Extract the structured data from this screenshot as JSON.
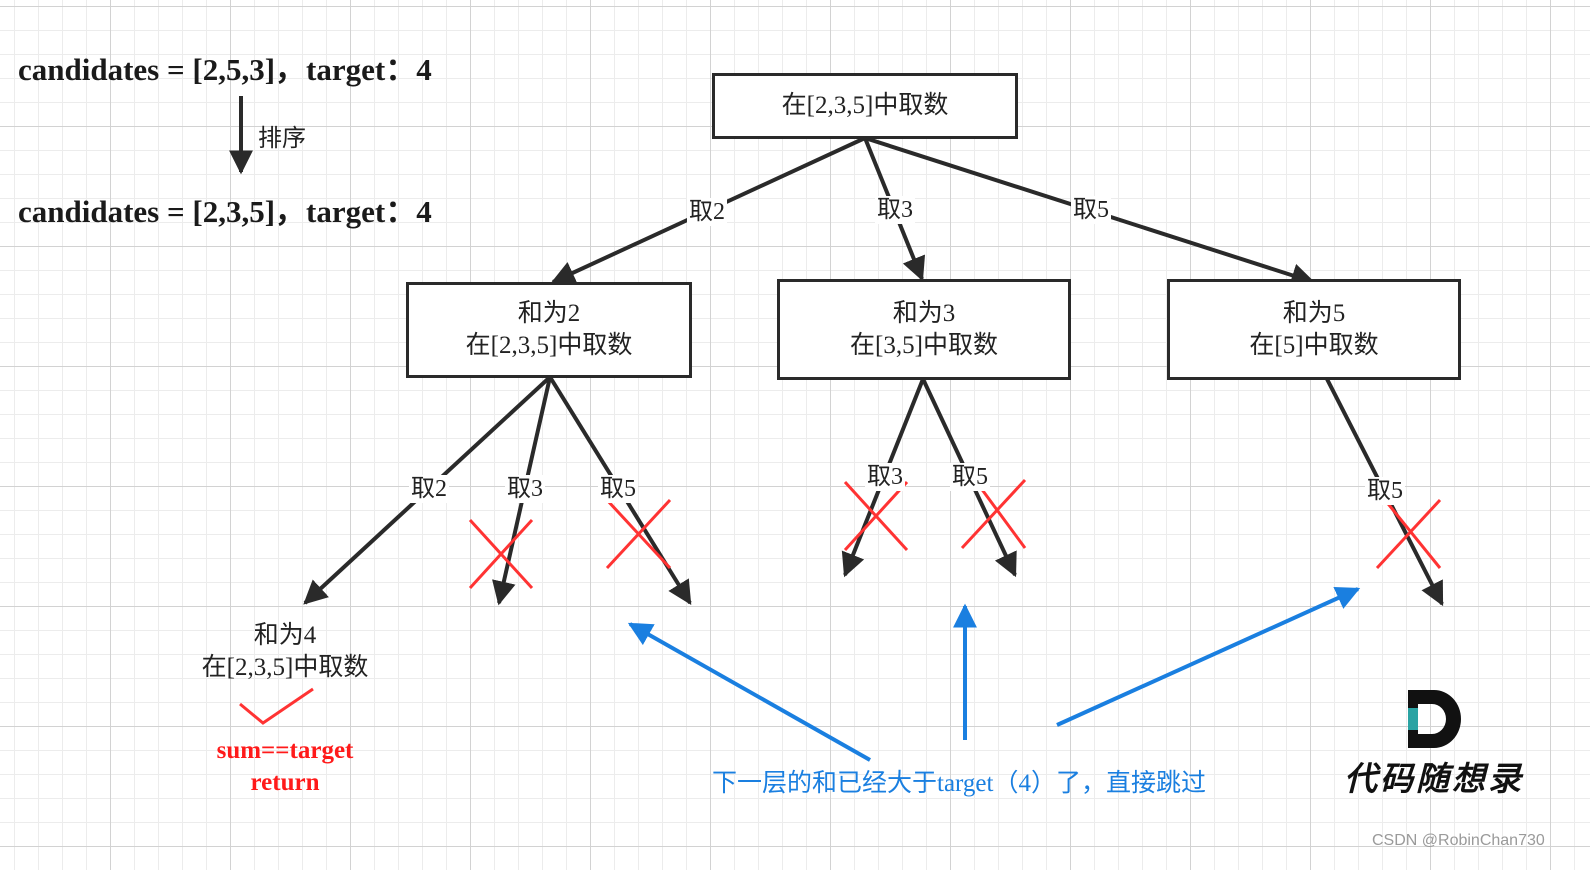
{
  "header": {
    "line1": "candidates = [2,5,3]，target：4",
    "sort_label": "排序",
    "line2": "candidates = [2,3,5]，target：4"
  },
  "tree": {
    "root": {
      "lines": [
        "在[2,3,5]中取数"
      ]
    },
    "children": [
      {
        "edge_label": "取2",
        "lines": [
          "和为2",
          "在[2,3,5]中取数"
        ]
      },
      {
        "edge_label": "取3",
        "lines": [
          "和为3",
          "在[3,5]中取数"
        ]
      },
      {
        "edge_label": "取5",
        "lines": [
          "和为5",
          "在[5]中取数"
        ]
      }
    ],
    "grandchild_edges": [
      {
        "label": "取2",
        "pruned": false
      },
      {
        "label": "取3",
        "pruned": true
      },
      {
        "label": "取5",
        "pruned": true
      },
      {
        "label": "取3",
        "pruned": true
      },
      {
        "label": "取5",
        "pruned": true
      },
      {
        "label": "取5",
        "pruned": true
      }
    ],
    "leaf": {
      "line1": "和为4",
      "line2": "在[2,3,5]中取数"
    },
    "success": {
      "line1": "sum==target",
      "line2": "return"
    }
  },
  "note": "下一层的和已经大于target（4）了，直接跳过",
  "logo": {
    "text": "代码随想录"
  },
  "credit": "CSDN @RobinChan730",
  "colors": {
    "edge": "#2a2a2a",
    "prune_mark": "#ff3333",
    "note_arrow": "#1a7fe0",
    "success_text": "#ff1a1a"
  }
}
